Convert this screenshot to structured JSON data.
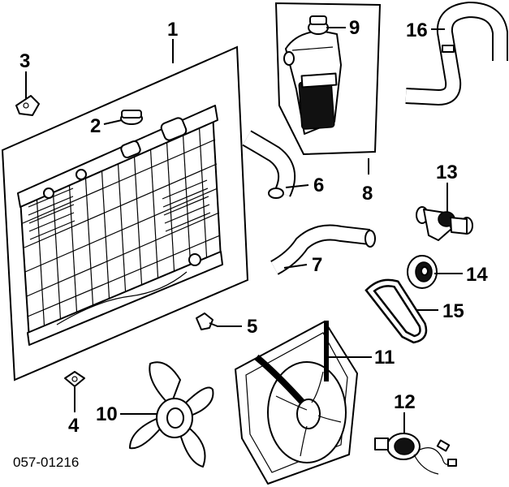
{
  "diagram_code": "057-01216",
  "callouts": {
    "c1": "1",
    "c2": "2",
    "c3": "3",
    "c4": "4",
    "c5": "5",
    "c6": "6",
    "c7": "7",
    "c8": "8",
    "c9": "9",
    "c10": "10",
    "c11": "11",
    "c12": "12",
    "c13": "13",
    "c14": "14",
    "c15": "15",
    "c16": "16"
  },
  "colors": {
    "ink": "#000000",
    "paper": "#ffffff"
  }
}
